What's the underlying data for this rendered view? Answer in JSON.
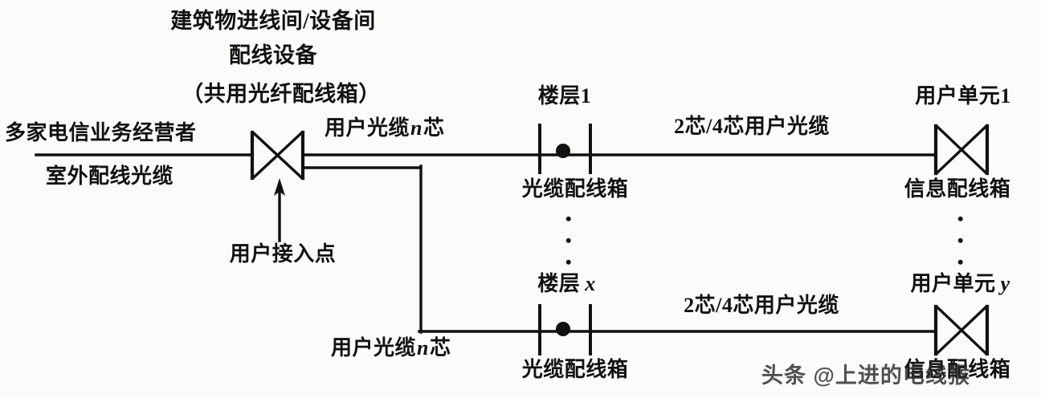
{
  "diagram": {
    "title_lines": [
      "建筑物进线间/设备间",
      "配线设备",
      "（共用光纤配线箱）"
    ],
    "labels": {
      "operators": "多家电信业务经营者",
      "outdoor_cable": "室外配线光缆",
      "access_point": "用户接入点",
      "user_cable_top": "用户光缆",
      "user_cable_top_suffix": "芯",
      "user_cable_bottom": "用户光缆",
      "user_cable_bottom_suffix": "芯",
      "n_symbol": "n",
      "floor_1": "楼层1",
      "floor_x_prefix": "楼层",
      "floor_x_symbol": "x",
      "cable_box_top": "光缆配线箱",
      "cable_box_bottom": "光缆配线箱",
      "drop_cable_top": "2芯/4芯用户光缆",
      "drop_cable_bottom": "2芯/4芯用户光缆",
      "user_unit_1": "用户单元1",
      "user_unit_y_prefix": "用户单元",
      "user_unit_y_symbol": "y",
      "info_box_top": "信息配线箱",
      "info_box_bottom": "信息配线箱",
      "vertical_ellipsis": "•"
    },
    "watermark": "头条 @上进的电线猴",
    "colors": {
      "ink": "#111111",
      "background": "#fbfbfa"
    }
  }
}
